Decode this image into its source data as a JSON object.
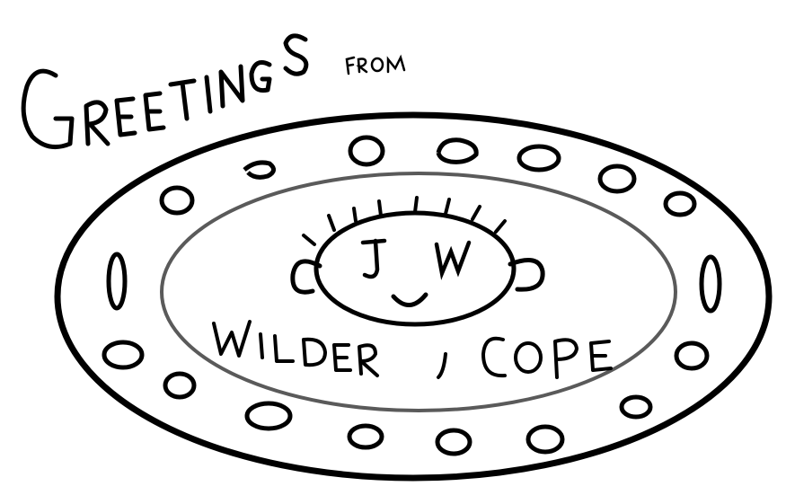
{
  "heading": {
    "greeting": "Greetings",
    "from": "from"
  },
  "face": {
    "initial_left": "J",
    "initial_right": "W"
  },
  "place": {
    "name": "Wilder, Cope"
  },
  "colors": {
    "ink": "#000000",
    "inner_ring": "#5a5a5a",
    "paper": "#ffffff"
  }
}
